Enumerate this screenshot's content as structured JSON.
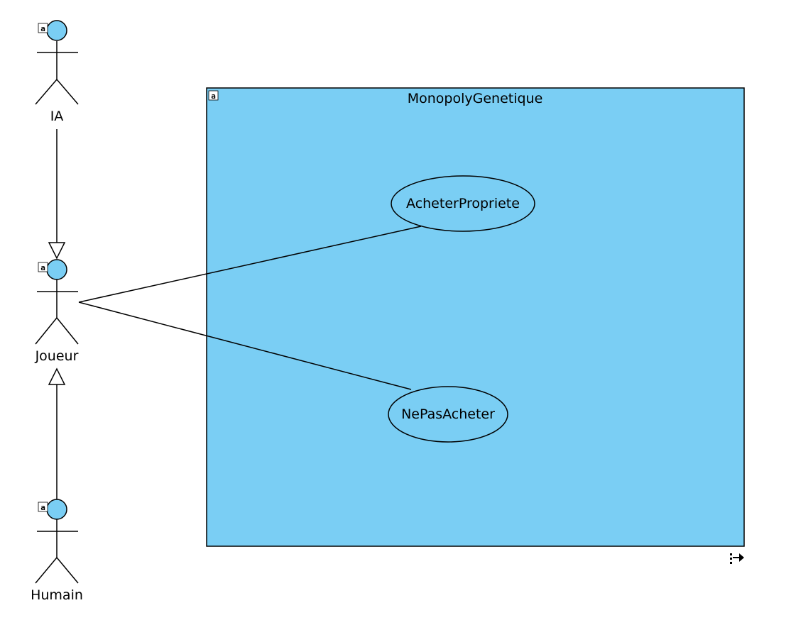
{
  "colors": {
    "fill": "#7acef4",
    "stroke": "#000000",
    "background": "#ffffff"
  },
  "system": {
    "name": "MonopolyGenetique",
    "stereotype_icon": "a"
  },
  "actors": [
    {
      "id": "ia",
      "name": "IA",
      "stereotype_icon": "a"
    },
    {
      "id": "joueur",
      "name": "Joueur",
      "stereotype_icon": "a"
    },
    {
      "id": "humain",
      "name": "Humain",
      "stereotype_icon": "a"
    }
  ],
  "use_cases": [
    {
      "id": "acheter",
      "name": "AcheterPropriete"
    },
    {
      "id": "nepas",
      "name": "NePasAcheter"
    }
  ],
  "relations": [
    {
      "type": "generalization",
      "from": "ia",
      "to": "joueur"
    },
    {
      "type": "generalization",
      "from": "humain",
      "to": "joueur"
    },
    {
      "type": "association",
      "from": "joueur",
      "to": "acheter"
    },
    {
      "type": "association",
      "from": "joueur",
      "to": "nepas"
    }
  ]
}
